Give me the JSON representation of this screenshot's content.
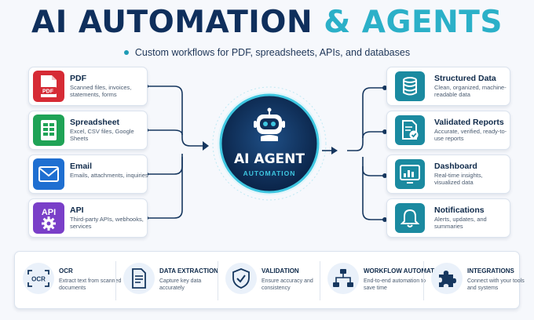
{
  "title": {
    "part1": "AI AUTOMATION",
    "part2": "& AGENTS"
  },
  "subtitle": "Custom workflows for PDF, spreadsheets, APIs, and databases",
  "inputs": [
    {
      "title": "PDF",
      "desc": "Scanned files, invoices, statements, forms",
      "icon": "pdf-icon",
      "icon_text": "PDF",
      "color": "#d62b35"
    },
    {
      "title": "Spreadsheet",
      "desc": "Excel, CSV files, Google Sheets",
      "icon": "spreadsheet-icon",
      "color": "#1fa356"
    },
    {
      "title": "Email",
      "desc": "Emails, attachments, inquiries",
      "icon": "envelope-icon",
      "color": "#1f6fd1"
    },
    {
      "title": "API",
      "desc": "Third-party APIs, webhooks, services",
      "icon": "api-gear-icon",
      "icon_text": "API",
      "color": "#7a3fc8"
    }
  ],
  "hub": {
    "line1": "AI AGENT",
    "line2": "AUTOMATION",
    "icon": "robot-icon"
  },
  "outputs": [
    {
      "title": "Structured Data",
      "desc": "Clean, organized, machine-readable data",
      "icon": "database-icon"
    },
    {
      "title": "Validated Reports",
      "desc": "Accurate, verified, ready-to-use reports",
      "icon": "report-check-icon"
    },
    {
      "title": "Dashboard",
      "desc": "Real-time insights, visualized data",
      "icon": "dashboard-icon"
    },
    {
      "title": "Notifications",
      "desc": "Alerts, updates, and summaries",
      "icon": "bell-icon"
    }
  ],
  "output_color": "#1b8aa0",
  "features": [
    {
      "title": "OCR",
      "desc": "Extract text from scanned documents",
      "icon": "ocr-icon",
      "icon_text": "OCR"
    },
    {
      "title": "DATA EXTRACTION",
      "desc": "Capture key data accurately",
      "icon": "document-icon"
    },
    {
      "title": "VALIDATION",
      "desc": "Ensure accuracy and consistency",
      "icon": "shield-check-icon"
    },
    {
      "title": "WORKFLOW AUTOMATION",
      "desc": "End-to-end automation to save time",
      "icon": "workflow-icon"
    },
    {
      "title": "INTEGRATIONS",
      "desc": "Connect with your tools and systems",
      "icon": "puzzle-icon"
    }
  ],
  "colors": {
    "navy": "#0f2f5c",
    "teal": "#2bb0c8",
    "glow": "#3ec6e0"
  }
}
